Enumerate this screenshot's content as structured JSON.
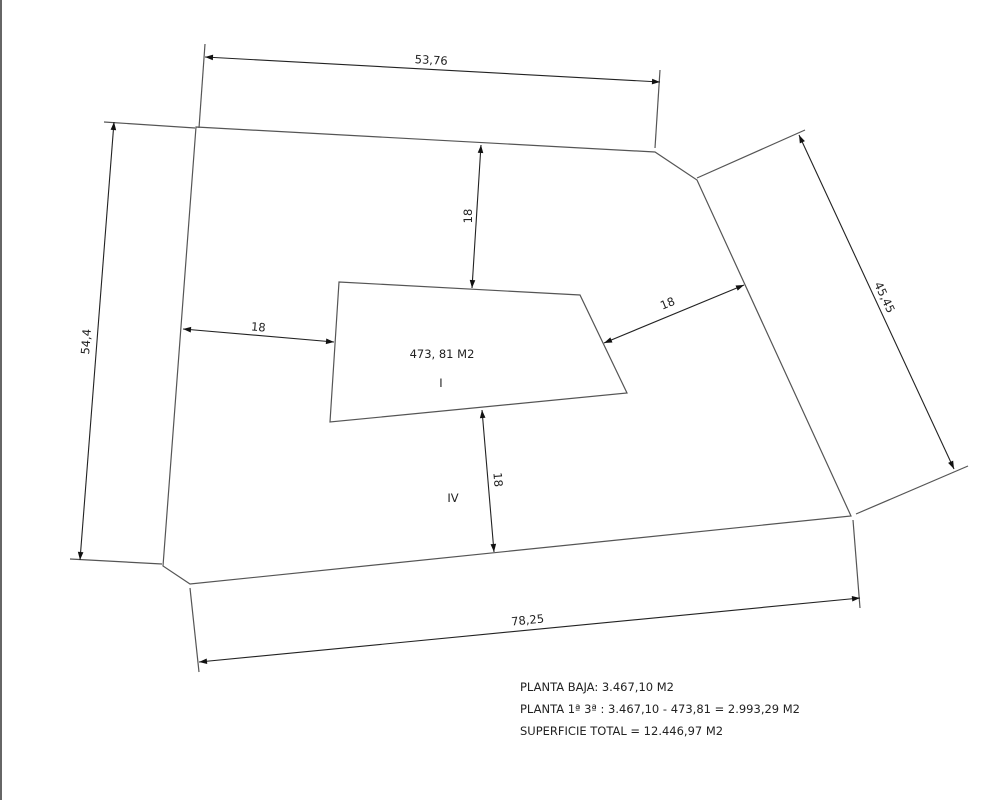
{
  "dimensions": {
    "top_length": "53,76",
    "left_length": "54,4",
    "right_length": "45,45",
    "bottom_length": "78,25",
    "setback_top": "18",
    "setback_left": "18",
    "setback_right": "18",
    "setback_bottom": "18"
  },
  "building": {
    "area_label": "473, 81 M2",
    "zone_label": "I"
  },
  "site": {
    "zone_label": "IV"
  },
  "notes": {
    "planta_baja": "PLANTA BAJA: 3.467,10 M2",
    "planta_1_3": "PLANTA 1ª 3ª : 3.467,10 - 473,81 = 2.993,29 M2",
    "superficie_total": "SUPERFICIE TOTAL = 12.446,97 M2"
  }
}
